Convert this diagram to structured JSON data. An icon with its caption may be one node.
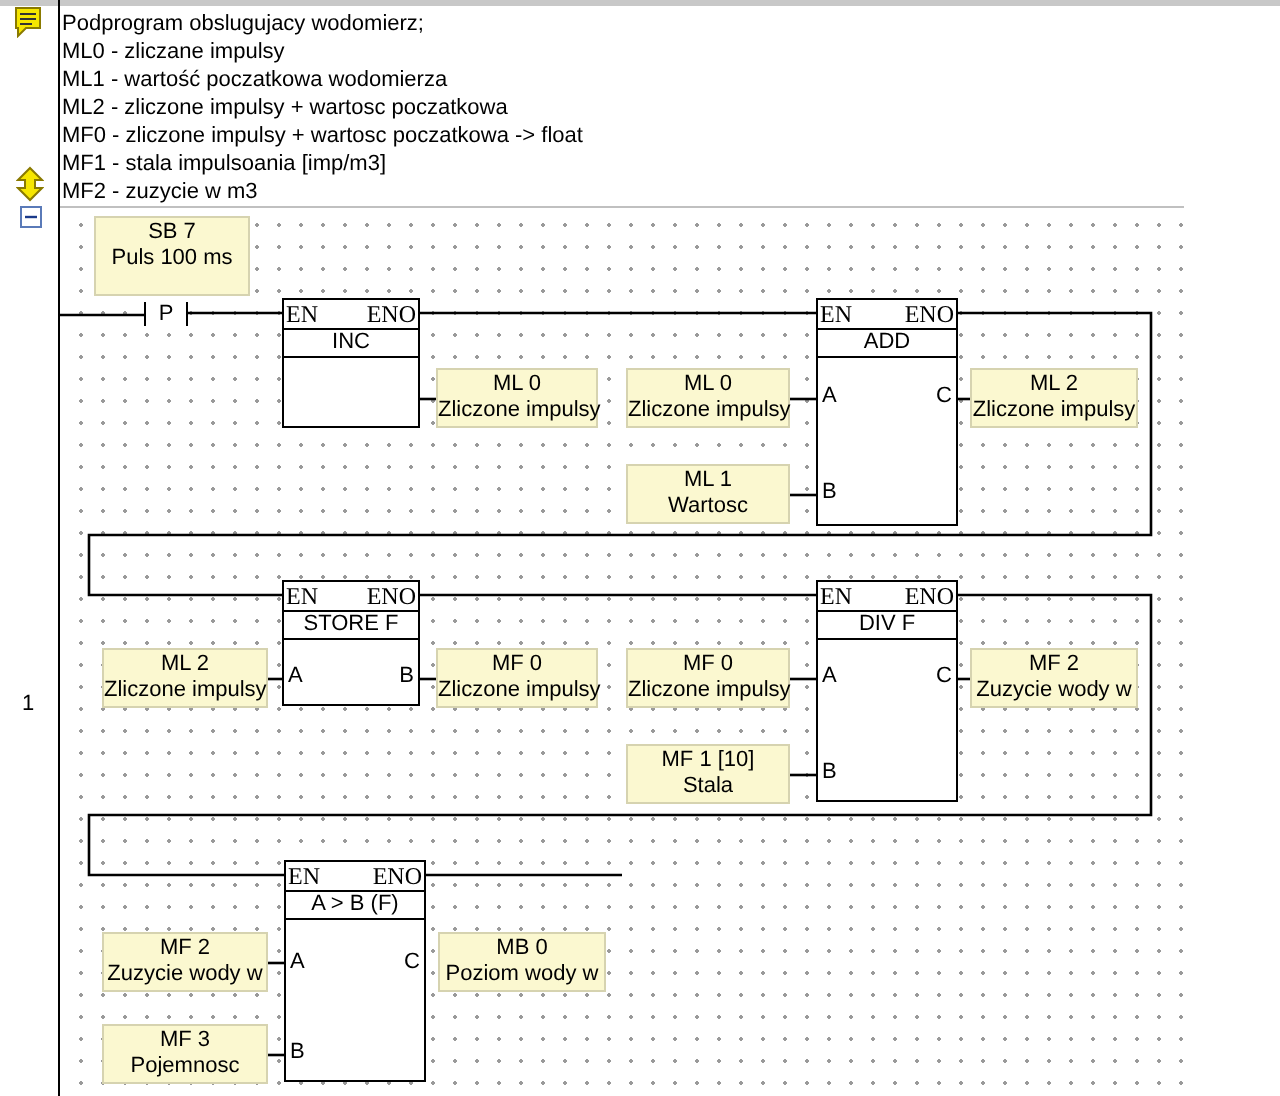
{
  "diagram": {
    "nodes": [
      {
        "text": [
          "SB 7",
          "Puls 100 ms"
        ]
      },
      {
        "text": [
          "P"
        ]
      },
      {
        "text": [
          "EN",
          "ENO",
          "INC"
        ]
      },
      {
        "text": [
          "ML 0",
          "Zliczone impulsy"
        ]
      },
      {
        "text": [
          "EN",
          "ENO",
          "ADD",
          "A",
          "B",
          "C"
        ]
      },
      {
        "text": [
          "ML 0",
          "Zliczone impulsy"
        ]
      },
      {
        "text": [
          "ML 1",
          "Wartosc"
        ]
      },
      {
        "text": [
          "ML 2",
          "Zliczone impulsy"
        ]
      },
      {
        "text": [
          "EN",
          "ENO",
          "STORE F",
          "A",
          "B"
        ]
      },
      {
        "text": [
          "ML 2",
          "Zliczone impulsy"
        ]
      },
      {
        "text": [
          "MF 0",
          "Zliczone impulsy"
        ]
      },
      {
        "text": [
          "EN",
          "ENO",
          "DIV F",
          "A",
          "B",
          "C"
        ]
      },
      {
        "text": [
          "MF 0",
          "Zliczone impulsy"
        ]
      },
      {
        "text": [
          "MF 1 [10]",
          "Stala"
        ]
      },
      {
        "text": [
          "MF 2",
          "Zuzycie wody w"
        ]
      },
      {
        "text": [
          "EN",
          "ENO",
          "A > B (F)",
          "A",
          "B",
          "C"
        ]
      },
      {
        "text": [
          "MF 2",
          "Zuzycie wody w"
        ]
      },
      {
        "text": [
          "MF 3",
          "Pojemnosc"
        ]
      },
      {
        "text": [
          "MB 0",
          "Poziom wody w"
        ]
      }
    ],
    "edges": [
      {
        "from": null,
        "to": 1,
        "arrow": "none"
      },
      {
        "from": 1,
        "to": 2,
        "arrow": "none"
      },
      {
        "from": 2,
        "to": 3,
        "arrow": "none"
      },
      {
        "from": 2,
        "to": 4,
        "arrow": "none"
      },
      {
        "from": 5,
        "to": 4,
        "arrow": "none"
      },
      {
        "from": 6,
        "to": 4,
        "arrow": "none"
      },
      {
        "from": 4,
        "to": 7,
        "arrow": "none"
      },
      {
        "from": 4,
        "to": 8,
        "arrow": "none"
      },
      {
        "from": 9,
        "to": 8,
        "arrow": "none"
      },
      {
        "from": 8,
        "to": 10,
        "arrow": "none"
      },
      {
        "from": 8,
        "to": 11,
        "arrow": "none"
      },
      {
        "from": 12,
        "to": 11,
        "arrow": "none"
      },
      {
        "from": 13,
        "to": 11,
        "arrow": "none"
      },
      {
        "from": 11,
        "to": 14,
        "arrow": "none"
      },
      {
        "from": 11,
        "to": 15,
        "arrow": "none"
      },
      {
        "from": 16,
        "to": 15,
        "arrow": "none"
      },
      {
        "from": 17,
        "to": 15,
        "arrow": "none"
      },
      {
        "from": 15,
        "to": null,
        "arrow": "none"
      }
    ],
    "labels": [
      "Podprogram obslugujacy wodomierz;",
      "ML0 - zliczane impulsy",
      "ML1 - wartość poczatkowa wodomierza",
      "ML2 - zliczone impulsy + wartosc poczatkowa",
      "MF0 - zliczone impulsy + wartosc poczatkowa -> float",
      "MF1 - stala impulsoania [imp/m3]",
      "MF2 - zuzycie w m3",
      "1"
    ]
  }
}
